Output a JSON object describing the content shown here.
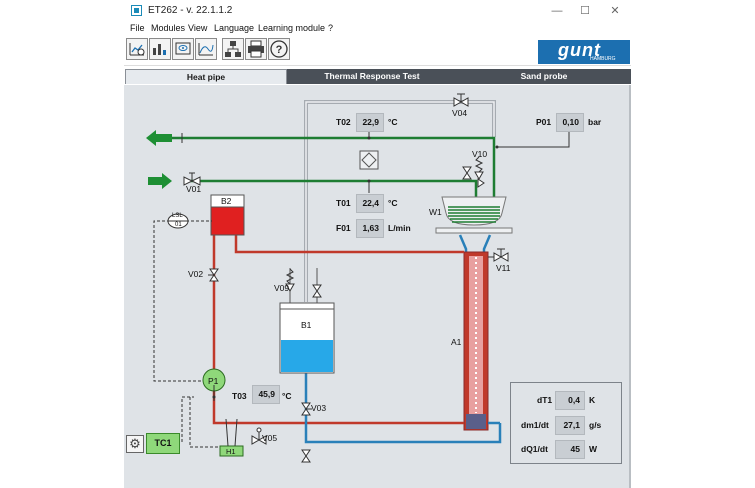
{
  "window": {
    "title": "ET262 - v. 22.1.1.2",
    "controls": [
      "—",
      "☐",
      "✕"
    ]
  },
  "menu": [
    "File",
    "Modules",
    "View",
    "Language",
    "Learning module",
    "?"
  ],
  "logo": {
    "text": "gunt",
    "sub": "HAMBURG"
  },
  "tabs": [
    {
      "label": "Heat pipe",
      "active": true
    },
    {
      "label": "Thermal Response Test",
      "active": false
    },
    {
      "label": "Sand probe",
      "active": false
    }
  ],
  "measurements": {
    "T02": {
      "label": "T02",
      "value": "22,9",
      "unit": "°C"
    },
    "T01": {
      "label": "T01",
      "value": "22,4",
      "unit": "°C"
    },
    "F01": {
      "label": "F01",
      "value": "1,63",
      "unit": "L/min"
    },
    "P01": {
      "label": "P01",
      "value": "0,10",
      "unit": "bar"
    },
    "T03": {
      "label": "T03",
      "value": "45,9",
      "unit": "°C"
    }
  },
  "results": [
    {
      "label": "dT1",
      "value": "0,4",
      "unit": "K"
    },
    {
      "label": "dm1/dt",
      "value": "27,1",
      "unit": "g/s"
    },
    {
      "label": "dQ1/dt",
      "value": "45",
      "unit": "W"
    }
  ],
  "components": {
    "V01": "V01",
    "V02": "V02",
    "V03": "V03",
    "V04": "V04",
    "V05": "V05",
    "V09": "V09",
    "V10": "V10",
    "V11": "V11",
    "B1": "B1",
    "B2": "B2",
    "W1": "W1",
    "A1": "A1",
    "P1": "P1",
    "H1": "H1",
    "TC1": "TC1",
    "LSL_top": "LSL",
    "LSL_bottom": "01"
  },
  "colors": {
    "hot_line": "#c0392b",
    "cold_line": "#2980b9",
    "green_line": "#1e7d32",
    "gray_line": "#a6abb1",
    "b2_fill": "#e02020",
    "b1_fill": "#27a8e8",
    "p1_fill": "#8fd87a"
  }
}
